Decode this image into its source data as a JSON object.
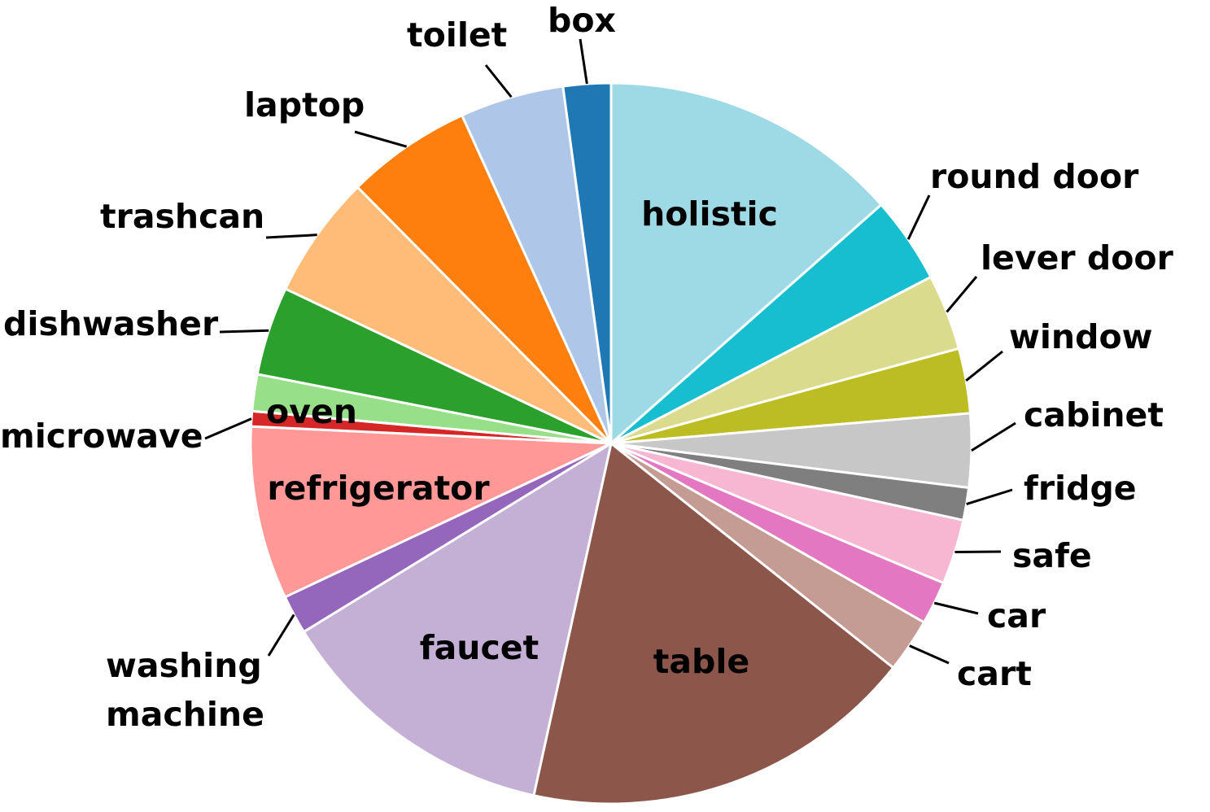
{
  "chart_data": {
    "type": "pie",
    "title": "",
    "start_angle_deg": 0,
    "direction": "clockwise",
    "slices": [
      {
        "label": "holistic",
        "value": 13.9,
        "color": "#9edae5",
        "label_position": "inside"
      },
      {
        "label": "round door",
        "value": 4.0,
        "color": "#17becf",
        "label_position": "outside"
      },
      {
        "label": "lever door",
        "value": 3.5,
        "color": "#dbdb8d",
        "label_position": "outside"
      },
      {
        "label": "window",
        "value": 3.0,
        "color": "#bcbd22",
        "label_position": "outside"
      },
      {
        "label": "cabinet",
        "value": 3.4,
        "color": "#c7c7c7",
        "label_position": "outside"
      },
      {
        "label": "fridge",
        "value": 1.5,
        "color": "#7f7f7f",
        "label_position": "outside"
      },
      {
        "label": "safe",
        "value": 3.0,
        "color": "#f7b6d2",
        "label_position": "outside"
      },
      {
        "label": "car",
        "value": 2.0,
        "color": "#e377c2",
        "label_position": "outside"
      },
      {
        "label": "cart",
        "value": 2.5,
        "color": "#c49c94",
        "label_position": "outside"
      },
      {
        "label": "table",
        "value": 18.3,
        "color": "#8c564b",
        "label_position": "inside"
      },
      {
        "label": "faucet",
        "value": 13.2,
        "color": "#c5b0d5",
        "label_position": "inside"
      },
      {
        "label": "washing machine",
        "label_lines": [
          "washing",
          "machine"
        ],
        "value": 1.8,
        "color": "#9467bd",
        "label_position": "outside"
      },
      {
        "label": "refrigerator",
        "value": 8.0,
        "color": "#ff9896",
        "label_position": "inside"
      },
      {
        "label": "microwave",
        "value": 0.7,
        "color": "#d62728",
        "label_position": "outside"
      },
      {
        "label": "oven",
        "value": 1.7,
        "color": "#98df8a",
        "label_position": "inside"
      },
      {
        "label": "dishwasher",
        "value": 4.1,
        "color": "#2ca02c",
        "label_position": "outside"
      },
      {
        "label": "trashcan",
        "value": 5.7,
        "color": "#ffbb78",
        "label_position": "outside"
      },
      {
        "label": "laptop",
        "value": 5.8,
        "color": "#ff7f0e",
        "label_position": "outside"
      },
      {
        "label": "toilet",
        "value": 4.8,
        "color": "#aec7e8",
        "label_position": "outside"
      },
      {
        "label": "box",
        "value": 2.2,
        "color": "#1f77b4",
        "label_position": "outside"
      }
    ]
  }
}
